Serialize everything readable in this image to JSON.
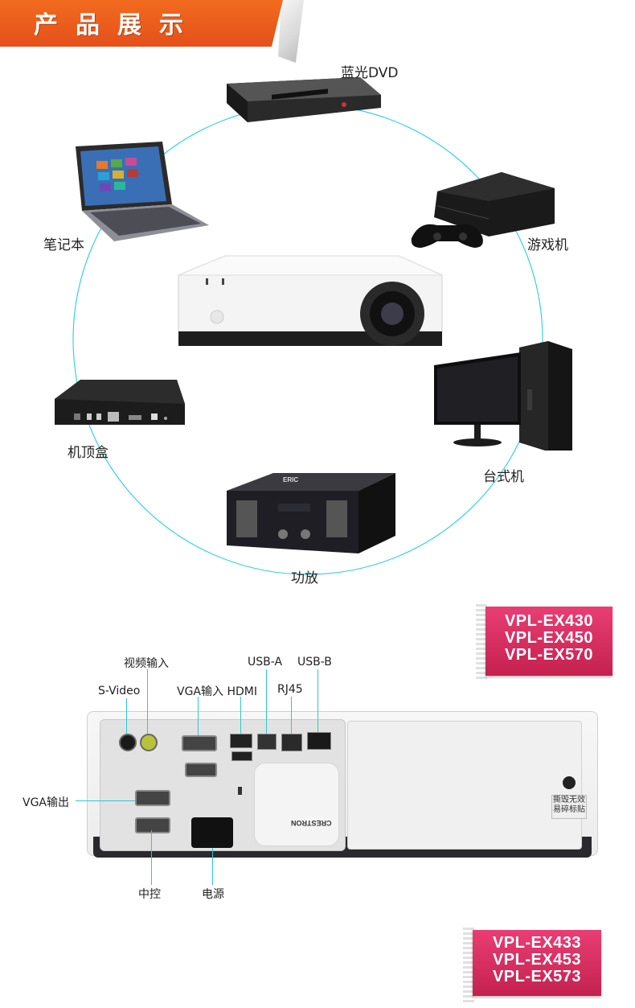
{
  "banner": {
    "title": "产品展示"
  },
  "devices": {
    "bluray": "蓝光DVD",
    "laptop": "笔记本",
    "console": "游戏机",
    "settopbox": "机顶盒",
    "desktop": "台式机",
    "amplifier": "功放"
  },
  "device_text": {
    "amp_brand": "ERIC"
  },
  "models_top": [
    "VPL-EX430",
    "VPL-EX450",
    "VPL-EX570"
  ],
  "models_bottom": [
    "VPL-EX433",
    "VPL-EX453",
    "VPL-EX573"
  ],
  "ports": {
    "video_in": "视频输入",
    "s_video": "S-Video",
    "vga_in_hdmi": "VGA输入 HDMI",
    "usb_a": "USB-A",
    "usb_b": "USB-B",
    "rj45": "RJ45",
    "vga_out": "VGA输出",
    "control": "中控",
    "power": "电源"
  },
  "rear_panel": {
    "brand_logo": "CRESTRON",
    "warning_sticker": "撕毁无效 易碎标贴"
  },
  "colors": {
    "banner": "#e4501a",
    "ring": "#39d2e0",
    "ribbon": "#d62b5e",
    "callout": "#2ec6d6"
  }
}
